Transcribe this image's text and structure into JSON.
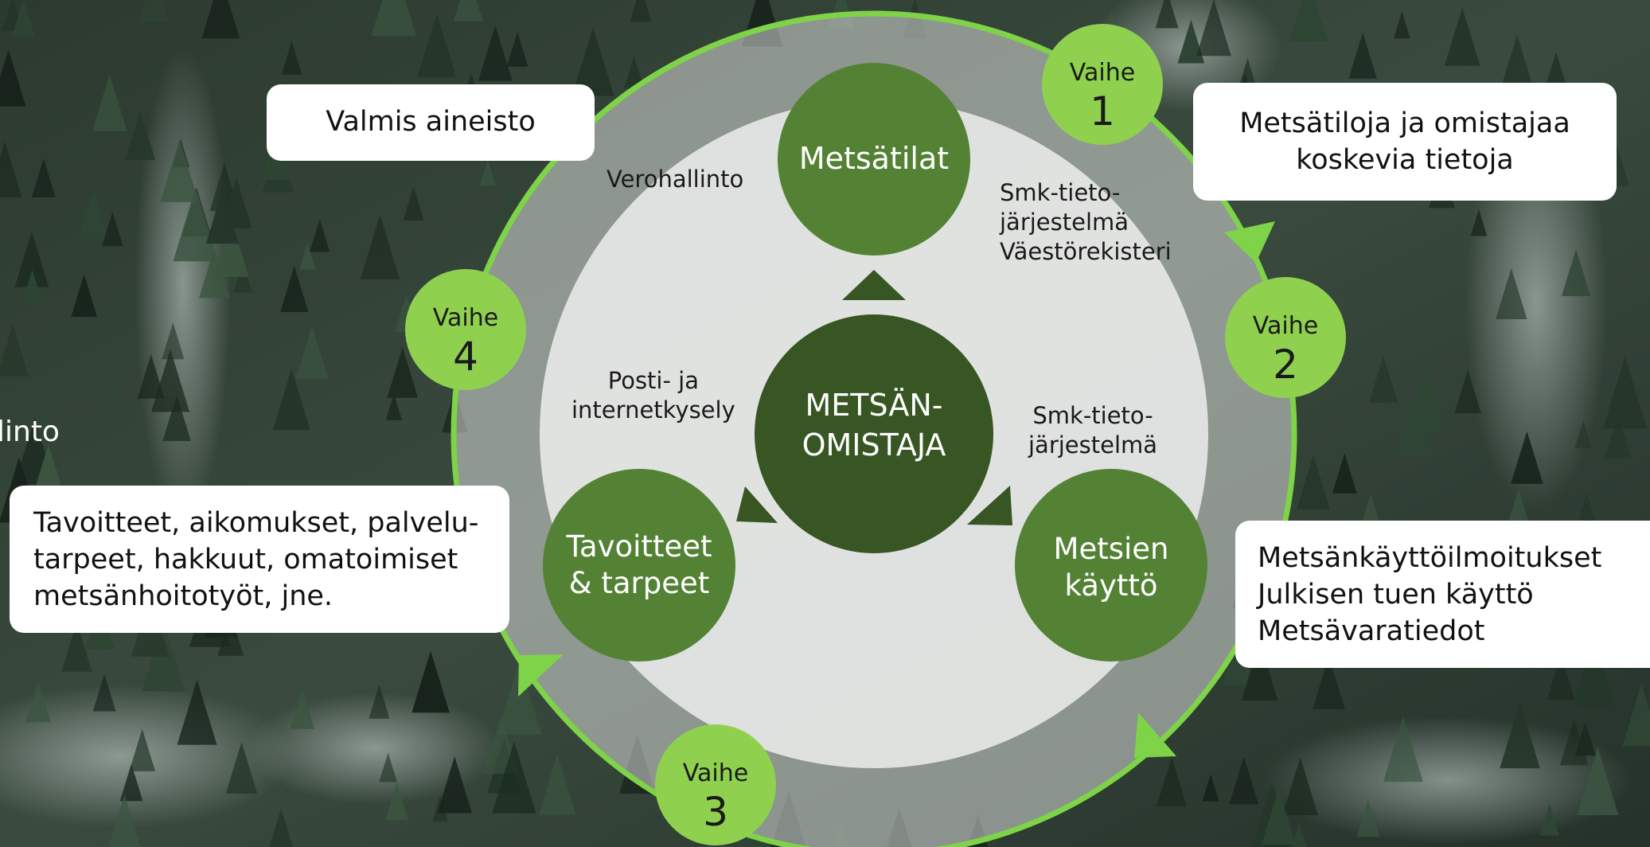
{
  "stages": [
    {
      "label": "Vaihe",
      "number": "1"
    },
    {
      "label": "Vaihe",
      "number": "2"
    },
    {
      "label": "Vaihe",
      "number": "3"
    },
    {
      "label": "Vaihe",
      "number": "4"
    }
  ],
  "center": {
    "line1": "METSÄN-",
    "line2": "OMISTAJA"
  },
  "nodes": {
    "metsatilat": {
      "line1": "Metsätilat"
    },
    "metsien_kaytto": {
      "line1": "Metsien",
      "line2": "käyttö"
    },
    "tavoitteet": {
      "line1": "Tavoitteet",
      "line2": "& tarpeet"
    }
  },
  "sources": {
    "verohallinto": "Verohallinto",
    "smk_top": [
      "Smk-tieto-",
      "järjestelmä",
      "Väestörekisteri"
    ],
    "smk_right": [
      "Smk-tieto-",
      "järjestelmä"
    ],
    "posti": [
      "Posti- ja",
      "internetkysely"
    ]
  },
  "callouts": {
    "valmis": "Valmis aineisto",
    "metsatiloja": [
      "Metsätiloja ja omistajaa",
      "koskevia tietoja"
    ],
    "metsankaytto": [
      "Metsänkäyttöilmoitukset",
      "Julkisen tuen käyttö",
      "Metsävaratiedot"
    ],
    "tavoitteet": [
      "Tavoitteet, aikomukset, palvelu-",
      "tarpeet, hakkuut, omatoimiset",
      "metsänhoitotyöt, jne."
    ]
  },
  "stray_text": "linto",
  "colors": {
    "ring_green": "#7ed348",
    "stage_fill": "#8fd14f",
    "node_green": "#548235",
    "center_green": "#375623"
  }
}
